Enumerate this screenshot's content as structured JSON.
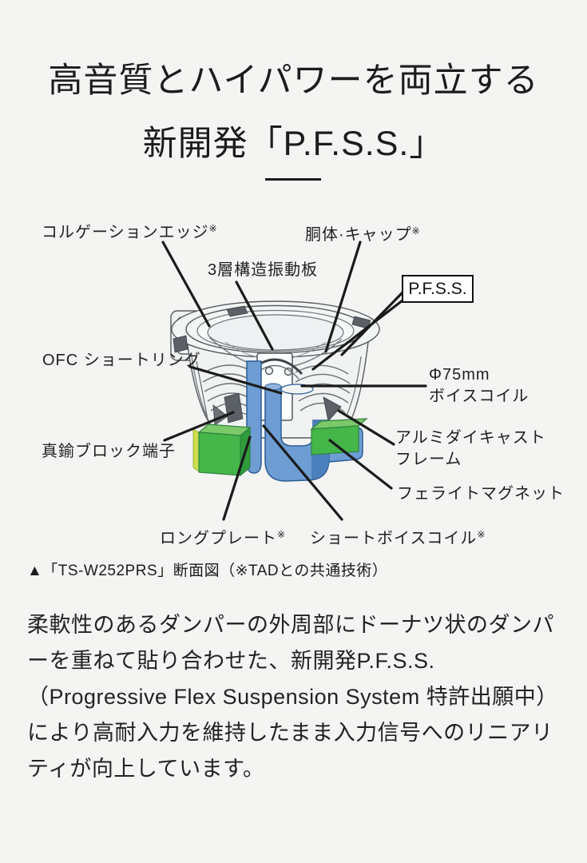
{
  "page": {
    "background_color": "#f4f4f3",
    "text_color": "#1f1f1f"
  },
  "title": {
    "line1": "高音質とハイパワーを両立する",
    "line2": "新開発「P.F.S.S.」"
  },
  "diagram": {
    "pfss_box_label": "P.F.S.S.",
    "note_mark": "※",
    "labels": {
      "corrugation_edge": "コルゲーションエッジ",
      "body_cap": "胴体·キャップ",
      "diaphragm": "3層構造振動板",
      "ofc_short_ring": "OFC ショートリング",
      "voice_coil_line1": "Φ75mm",
      "voice_coil_line2": "ボイスコイル",
      "brass_block_terminal": "真鍮ブロック端子",
      "aluminum_frame_line1": "アルミダイキャスト",
      "aluminum_frame_line2": "フレーム",
      "ferrite_magnet": "フェライトマグネット",
      "long_plate": "ロングプレート",
      "short_voice_coil": "ショートボイスコイル"
    },
    "part_colors": {
      "magnet_green": "#45b649",
      "plate_blue": "#6d9dd3",
      "leader_line": "#1b1b1b"
    }
  },
  "figure_caption": "▲「TS-W252PRS」断面図（※TADとの共通技術）",
  "body_text": "柔軟性のあるダンパーの外周部にドーナツ状のダンパーを重ねて貼り合わせた、新開発P.F.S.S.（Progressive Flex Suspension System 特許出願中）により高耐入力を維持したまま入力信号へのリニアリティが向上しています。"
}
